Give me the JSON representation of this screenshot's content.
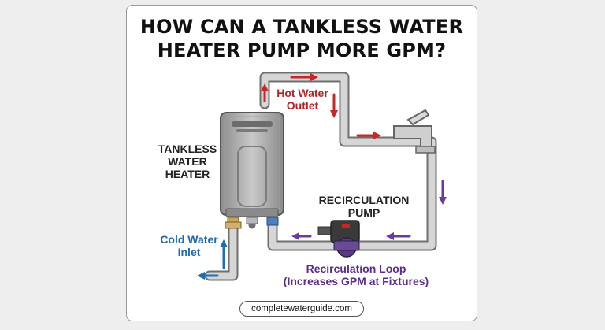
{
  "title_line1": "HOW CAN A TANKLESS WATER",
  "title_line2": "HEATER PUMP MORE GPM?",
  "labels": {
    "heater": [
      "TANKLESS",
      "WATER",
      "HEATER"
    ],
    "hot_outlet": [
      "Hot Water",
      "Outlet"
    ],
    "cold_inlet": [
      "Cold Water",
      "Inlet"
    ],
    "pump": [
      "RECIRCULATION",
      "PUMP"
    ],
    "loop_line1": "Recirculation Loop",
    "loop_line2": "(Increases GPM at Fixtures)"
  },
  "website": "completewaterguide.com",
  "colors": {
    "hot": "#c62828",
    "cold": "#1f6fb2",
    "recirc": "#6a3aa0",
    "pipe": "#cfcfcf",
    "pipe_edge": "#6f6f6f"
  },
  "icons": [
    "tankless-heater-icon",
    "faucet-icon",
    "pump-icon",
    "valve-icon"
  ]
}
